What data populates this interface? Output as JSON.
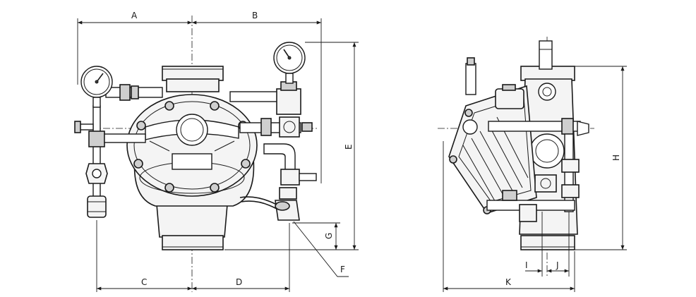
{
  "dimension_labels": {
    "a": "A",
    "b": "B",
    "c": "C",
    "d": "D",
    "e": "E",
    "f": "F",
    "g": "G",
    "h": "H",
    "i": "I",
    "j": "J",
    "k": "K"
  }
}
